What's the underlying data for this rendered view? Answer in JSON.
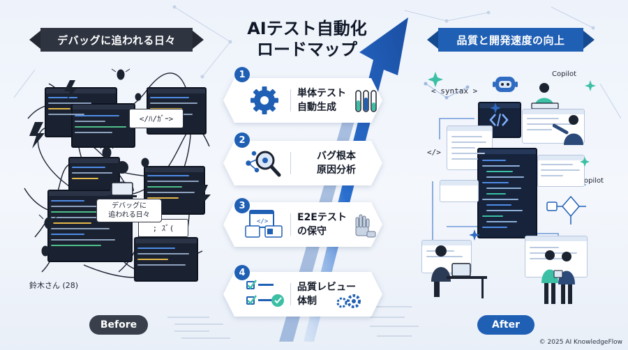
{
  "banners": {
    "left": "デバッグに追われる日々",
    "right": "品質と開発速度の向上"
  },
  "title": {
    "line1": "AIテスト自動化",
    "line2": "ロードマップ"
  },
  "steps": [
    {
      "number": "1",
      "line1": "単体テスト",
      "line2": "自動生成",
      "icon": "gear-icon",
      "deco": "test-tubes-icon"
    },
    {
      "number": "2",
      "line1": "バグ根本",
      "line2": "原因分析",
      "icon": "magnifier-network-icon",
      "deco": ""
    },
    {
      "number": "3",
      "line1": "E2Eテスト",
      "line2": "の保守",
      "icon": "browser-windows-icon",
      "deco": "robot-hand-icon"
    },
    {
      "number": "4",
      "line1": "品質レビュー",
      "line2": "体制",
      "icon": "checklist-icon",
      "deco": "gears-icon"
    }
  ],
  "left_scene": {
    "bubble_tag": "</ﾊ/ｶﾞｰ>",
    "bubble_code": "; ｽﾞ(",
    "note_line1": "デバッグに",
    "note_line2": "追われる日々",
    "person_label": "鈴木さん (28)"
  },
  "right_scene": {
    "syntax_tag": "< syntax >",
    "copilot_1": "Copilot",
    "copilot_2": "Copilot",
    "code_tag": "</>"
  },
  "pills": {
    "before": "Before",
    "after": "After"
  },
  "copyright": "© 2025 AI KnowledgeFlow",
  "colors": {
    "accent": "#1f5fb4",
    "dark": "#2e3440",
    "arrow": "#1d57ad"
  }
}
